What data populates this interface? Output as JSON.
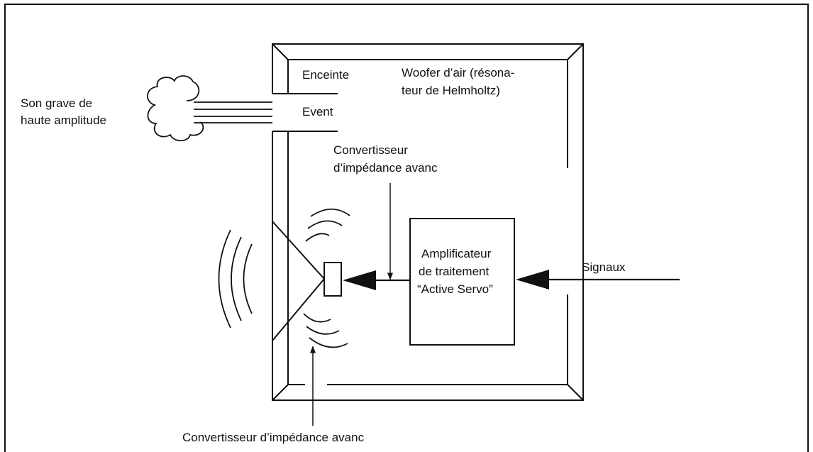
{
  "labels": {
    "son_grave_line1": "Son grave de",
    "son_grave_line2": "haute amplitude",
    "enceinte": "Enceinte",
    "event": "Event",
    "woofer_line1": "Woofer d’air (résona-",
    "woofer_line2": "teur de Helmholtz)",
    "conv_top_line1": "Convertisseur",
    "conv_top_line2": "d’impédance avanc",
    "amp_line1": "Amplificateur",
    "amp_line2": "de traitement",
    "amp_line3": "“Active Servo”",
    "signaux": "Signaux",
    "conv_bottom": "Convertisseur d’impédance avanc"
  },
  "colors": {
    "stroke": "#111111",
    "background": "#ffffff"
  }
}
